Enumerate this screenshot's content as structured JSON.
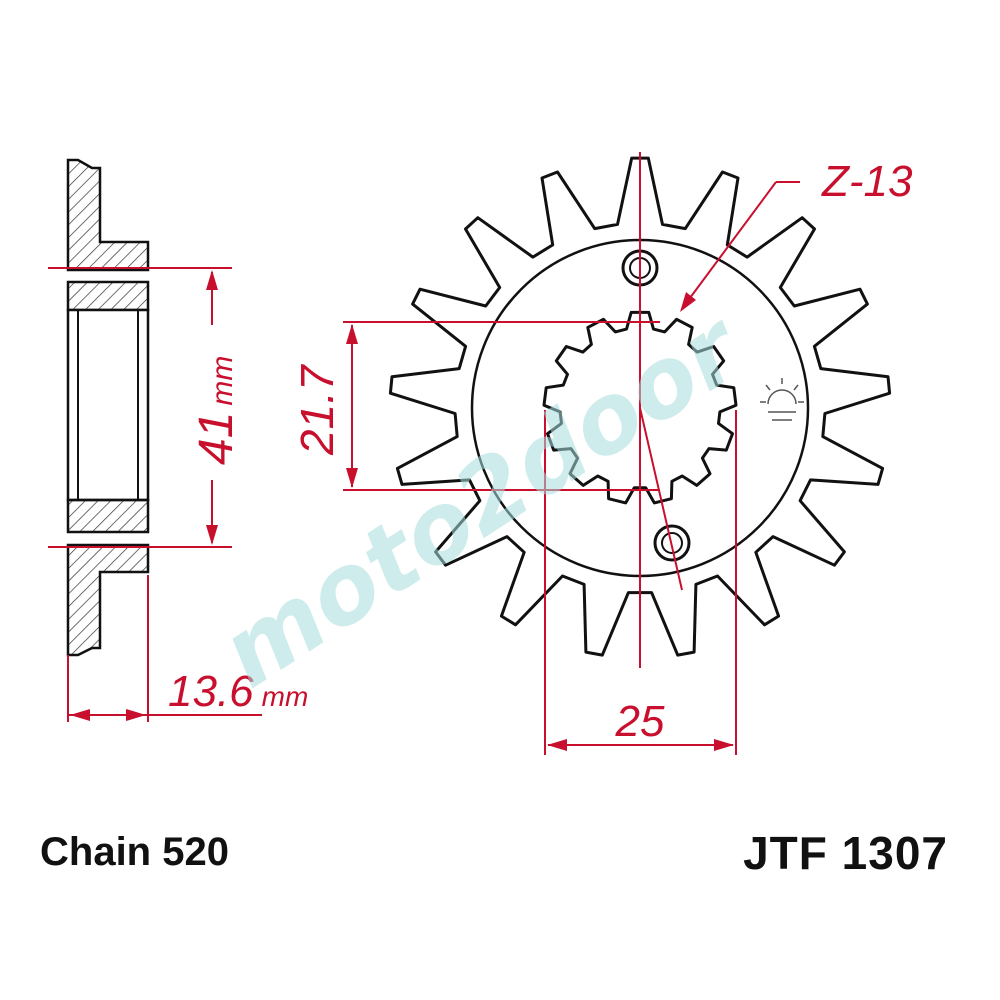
{
  "diagram": {
    "teeth": 17,
    "colors": {
      "outline": "#111111",
      "dimension": "#c8102e",
      "watermark": "#a8dedd"
    },
    "side_view": {
      "height_value": "41",
      "height_unit": "mm",
      "width_value": "13.6",
      "width_unit": "mm"
    },
    "front_view": {
      "spline_label": "Z-13",
      "spline_height": "21.7",
      "bore_width": "25"
    },
    "watermark": "moto2door"
  },
  "captions": {
    "chain": "Chain 520",
    "part_number": "JTF 1307"
  }
}
